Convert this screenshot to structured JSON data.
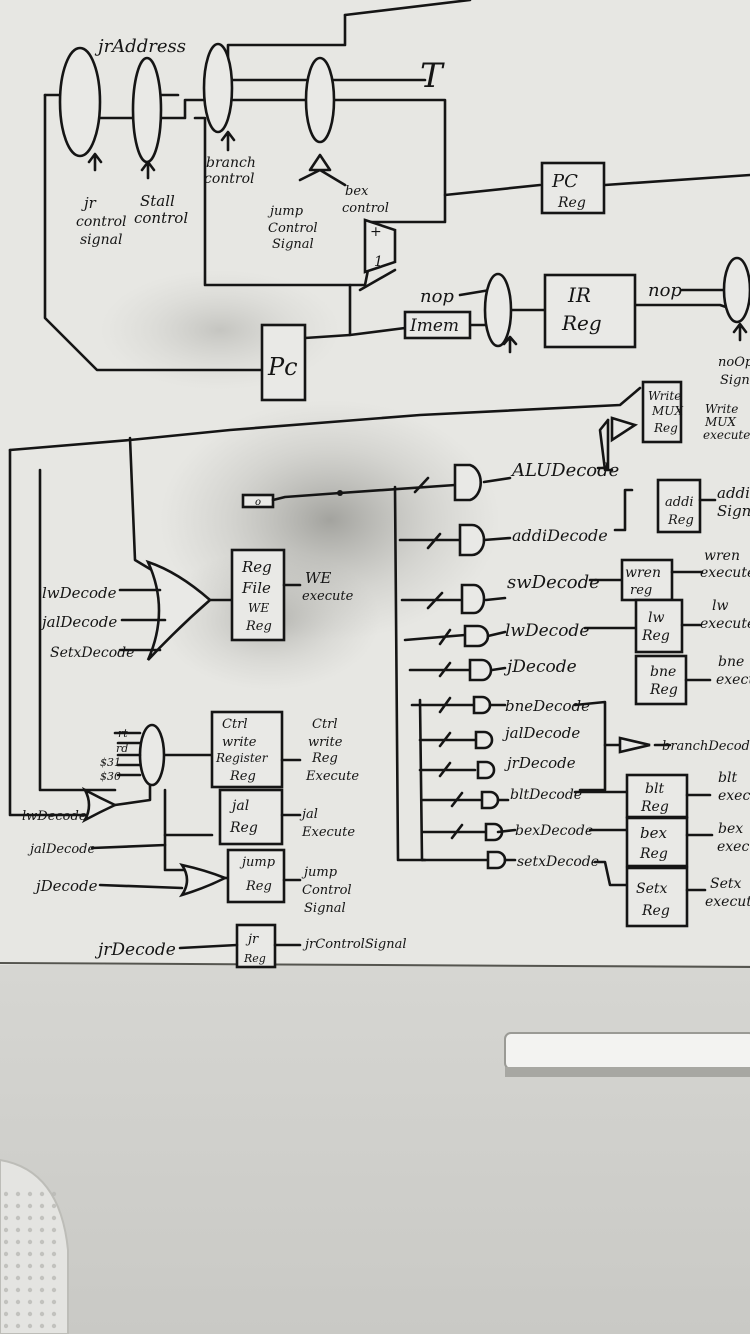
{
  "whiteboard": {
    "labels": {
      "jr_address": "jrAddress",
      "t": "T",
      "branch_control_1": "branch",
      "branch_control_2": "control",
      "jr_signal_1": "jr",
      "jr_signal_2": "control",
      "jr_signal_3": "signal",
      "stall_1": "Stall",
      "stall_2": "control",
      "jump_signal_1": "jump",
      "jump_signal_2": "Control",
      "jump_signal_3": "Signal",
      "bex_control_1": "bex",
      "bex_control_2": "control",
      "plus": "+",
      "one": "1",
      "pc_reg_1": "PC",
      "pc_reg_2": "Reg",
      "nop_left": "nop",
      "nop_right": "nop",
      "imem": "Imem",
      "ir_reg_1": "IR",
      "ir_reg_2": "Reg",
      "noop_signal_1": "noOp",
      "noop_signal_2": "Signal",
      "pc": "Pc",
      "write_mux_1": "Write",
      "write_mux_2": "MUX",
      "write_mux_3": "Reg",
      "write_mux_exec_1": "Write",
      "write_mux_exec_2": "MUX",
      "write_mux_exec_3": "execute",
      "alu_decode": "ALUDecode",
      "addi_decode": "addiDecode",
      "addi_reg_1": "addi",
      "addi_reg_2": "Reg",
      "addi_signal_1": "addi",
      "addi_signal_2": "Signal",
      "sw_decode": "swDecode",
      "wren_reg_1": "wren",
      "wren_reg_2": "reg",
      "wren_exec_1": "wren",
      "wren_exec_2": "execute",
      "lw_decode_right": "lwDecode",
      "lw_reg_1": "lw",
      "lw_reg_2": "Reg",
      "lw_exec_1": "lw",
      "lw_exec_2": "execute",
      "j_decode_right": "jDecode",
      "bne_reg_1": "bne",
      "bne_reg_2": "Reg",
      "bne_exec_1": "bne",
      "bne_exec_2": "execute",
      "bne_decode": "bneDecode",
      "jal_decode_right": "jalDecode",
      "jr_decode_right": "jrDecode",
      "blt_decode": "bltDecode",
      "bex_decode": "bexDecode",
      "setx_decode_right": "setxDecode",
      "branch_decode": "branchDecode",
      "blt_reg_1": "blt",
      "blt_reg_2": "Reg",
      "blt_exec_1": "blt",
      "blt_exec_2": "execute",
      "bex_reg_1": "bex",
      "bex_reg_2": "Reg",
      "bex_exec_1": "bex",
      "bex_exec_2": "execute",
      "setx_reg_1": "Setx",
      "setx_reg_2": "Reg",
      "setx_exec_1": "Setx",
      "setx_exec_2": "execute",
      "lw_decode_left": "lwDecode",
      "jal_decode_left": "jalDecode",
      "setx_decode_left": "SetxDecode",
      "reg_file_1": "Reg",
      "reg_file_2": "File",
      "reg_file_3": "WE",
      "reg_file_4": "Reg",
      "we_exec_1": "WE",
      "we_exec_2": "execute",
      "mux_in_rt": "rt",
      "mux_in_rd": "rd",
      "mux_in_31": "$31",
      "mux_in_30": "$30",
      "ctrl_reg_1": "Ctrl",
      "ctrl_reg_2": "write",
      "ctrl_reg_3": "Register",
      "ctrl_reg_4": "Reg",
      "ctrl_exec_1": "Ctrl",
      "ctrl_exec_2": "write",
      "ctrl_exec_3": "Reg",
      "ctrl_exec_4": "Execute",
      "lw_decode_bottom": "lwDecode",
      "jal_decode_bottom": "jalDecode",
      "j_decode_bottom": "jDecode",
      "jal_reg_1": "jal",
      "jal_reg_2": "Reg",
      "jal_exec_1": "jal",
      "jal_exec_2": "Execute",
      "jump_reg_1": "jump",
      "jump_reg_2": "Reg",
      "jump_exec_1": "jump",
      "jump_exec_2": "Control",
      "jump_exec_3": "Signal",
      "jr_decode_bottom": "jrDecode",
      "jr_reg_1": "jr",
      "jr_reg_2": "Reg",
      "jr_control_signal": "jrControlSignal",
      "opcode_bits": "o"
    }
  }
}
